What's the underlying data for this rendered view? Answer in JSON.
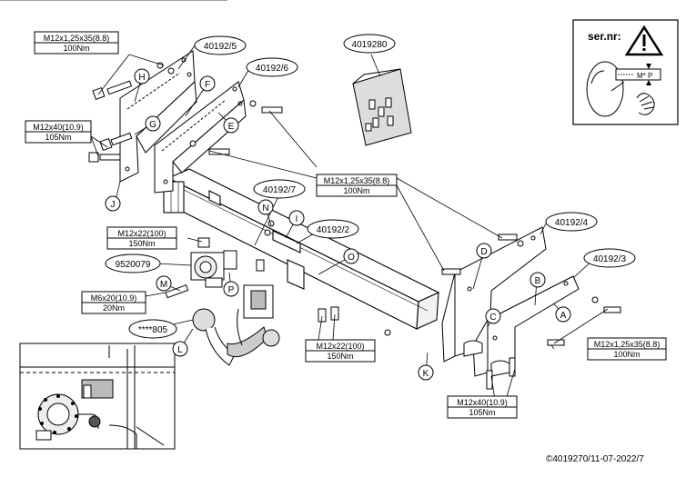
{
  "part_refs": {
    "p1": "40192/5",
    "p2": "40192/6",
    "p3": "4019280",
    "p4": "40192/7",
    "p5": "40192/2",
    "p6": "40192/4",
    "p7": "40192/3",
    "p8": "9520079",
    "p9": "****805"
  },
  "bolt_specs": [
    {
      "spec": "M12x1,25x35(8.8)",
      "torque": "100Nm"
    },
    {
      "spec": "M12x40(10.9)",
      "torque": "105Nm"
    },
    {
      "spec": "M12x1,25x35(8.8)",
      "torque": "100Nm"
    },
    {
      "spec": "M12x22(100)",
      "torque": "150Nm"
    },
    {
      "spec": "M6x20(10.9)",
      "torque": "20Nm"
    },
    {
      "spec": "M12x22(100)",
      "torque": "150Nm"
    },
    {
      "spec": "M12x1,25x35(8.8)",
      "torque": "100Nm"
    },
    {
      "spec": "M12x40(10.9)",
      "torque": "105Nm"
    }
  ],
  "letters": {
    "A": "A",
    "B": "B",
    "C": "C",
    "D": "D",
    "E": "E",
    "F": "F",
    "G": "G",
    "H": "H",
    "I": "I",
    "J": "J",
    "K": "K",
    "L": "L",
    "M": "M",
    "N": "N",
    "O": "O",
    "P": "P"
  },
  "serial_box": {
    "title": "ser.nr:",
    "plate_text": "M* P",
    "warning_icon": "warning-triangle-icon"
  },
  "copyright": "©4019270/11-07-2022/7"
}
